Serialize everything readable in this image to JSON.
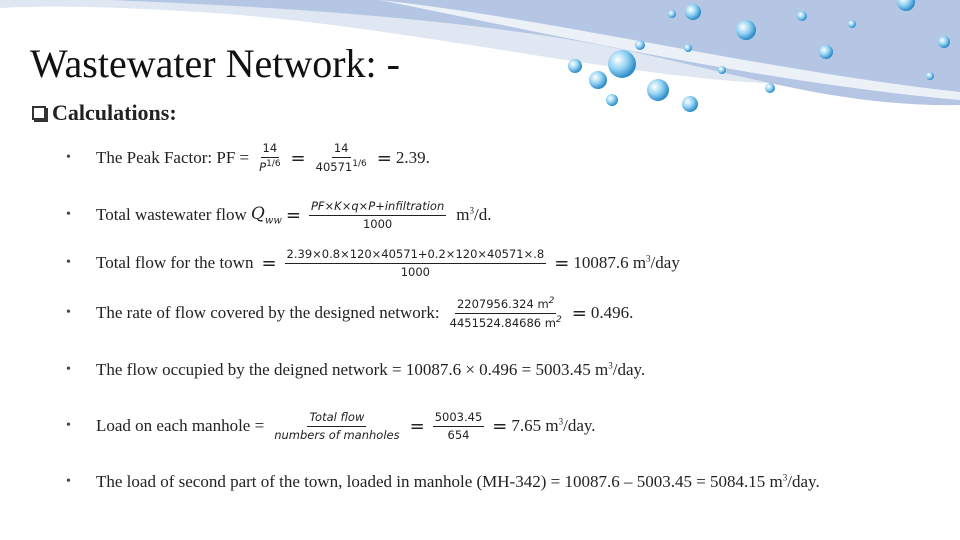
{
  "title": "Wastewater Network: -",
  "heading": "Calculations:",
  "colors": {
    "accent": "#b5c6e4",
    "bubble": "#5aa9d8"
  },
  "rows": [
    {
      "label": "The Peak Factor: PF =",
      "frac1_num": "14",
      "frac1_den_base": "P",
      "frac1_den_exp": "1/6",
      "eq1": "=",
      "frac2_num": "14",
      "frac2_den_base": "40571",
      "frac2_den_exp": "1/6",
      "eq2": "=",
      "result": "2.39."
    },
    {
      "label": "Total wastewater flow",
      "qvar": "Q",
      "qsub": "ww",
      "eq": "=",
      "frac_num": "PF×K×q×P+infiltration",
      "frac_den": "1000",
      "unit_pre": "m",
      "unit_exp": "3",
      "unit_post": "/d."
    },
    {
      "label": "Total flow for the town",
      "eq": "=",
      "frac_num": "2.39×0.8×120×40571+0.2×120×40571×.8",
      "frac_den": "1000",
      "eq2": "=",
      "result_pre": "10087.6 m",
      "result_exp": "3",
      "result_post": "/day"
    },
    {
      "label": "The rate of flow covered by the designed network:",
      "frac_num": "2207956.324 m",
      "frac_num_exp": "2",
      "frac_den": "4451524.84686 m",
      "frac_den_exp": "2",
      "eq": "=",
      "result": "0.496."
    },
    {
      "text_pre": "The flow occupied by the deigned network = 10087.6  × 0.496 = 5003.45 m",
      "text_exp": "3",
      "text_post": "/day."
    },
    {
      "label": "Load on each manhole =",
      "frac1_num": "Total flow",
      "frac1_den": "numbers of manholes",
      "eq1": "=",
      "frac2_num": "5003.45",
      "frac2_den": "654",
      "eq2": "=",
      "result_pre": "7.65 m",
      "result_exp": "3",
      "result_post": "/day."
    },
    {
      "text_pre": "The load of second part of the town, loaded in manhole (MH-342) = 10087.6 – 5003.45 = 5084.15 m",
      "text_exp": "3",
      "text_post": "/day."
    }
  ]
}
